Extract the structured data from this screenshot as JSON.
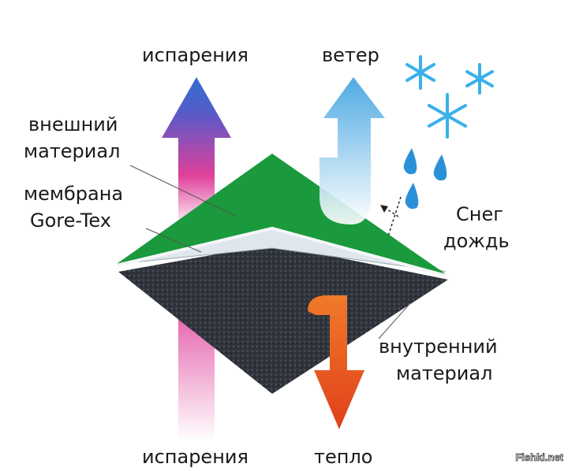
{
  "labels": {
    "evaporation_top": "испарения",
    "wind": "ветер",
    "outer_material_1": "внешний",
    "outer_material_2": "материал",
    "membrane_1": "мембрана",
    "membrane_2": "Gore-Tex",
    "snow": "Снег",
    "rain": "дождь",
    "inner_material_1": "внутренний",
    "inner_material_2": "материал",
    "evaporation_bottom": "испарения",
    "heat": "тепло"
  },
  "watermark": "Fishki.net",
  "colors": {
    "outer_layer": "#1a9a3c",
    "felt": "#2a2e36",
    "wind_arrow": "#3aa0e0",
    "heat_arrow": "#e85a20",
    "evaporation_top": "#2f6fd0",
    "evaporation_pink": "#e0409a",
    "snowflake": "#3ab0ea"
  }
}
